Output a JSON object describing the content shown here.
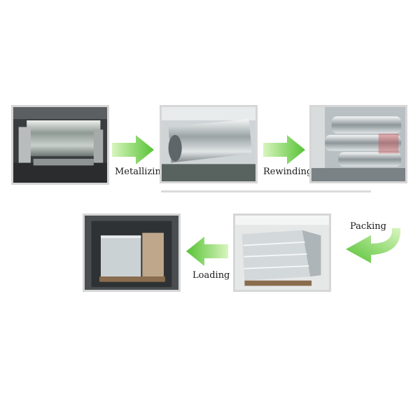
{
  "steps": [
    {
      "id": "film-roll",
      "label": ""
    },
    {
      "id": "metallizing",
      "label": "Metallizing"
    },
    {
      "id": "rewinding",
      "label": "Rewinding"
    },
    {
      "id": "packing",
      "label": "Packing"
    },
    {
      "id": "loading",
      "label": "Loading"
    }
  ],
  "colors": {
    "arrow_light": "#c8f0a8",
    "arrow_dark": "#5cc83a",
    "frame": "#d6d6d6"
  }
}
